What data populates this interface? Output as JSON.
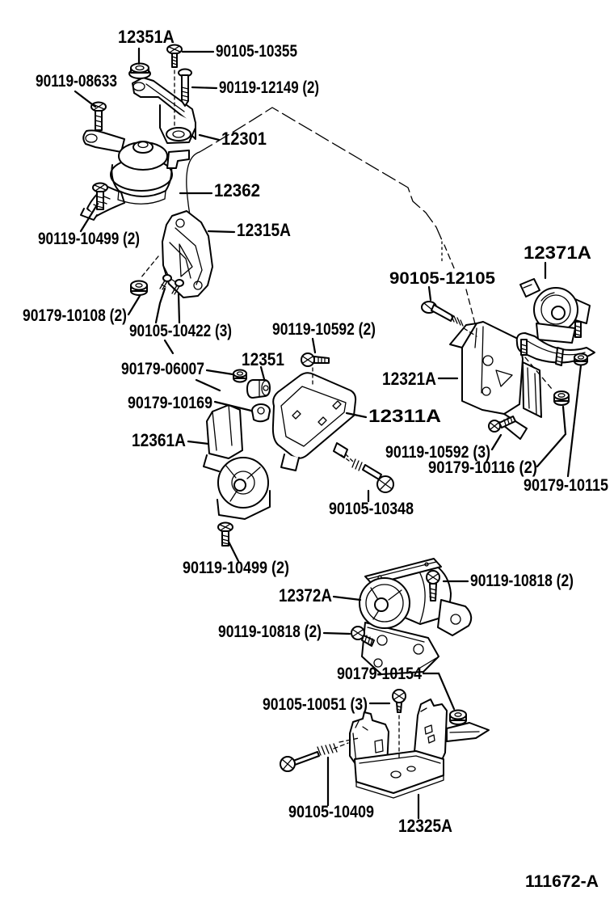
{
  "page": {
    "paper_color": "#ffffff",
    "ink_color": "#000000",
    "footer_code": "111672-A"
  },
  "diagram": {
    "labels": {
      "p12351A": "12351A",
      "p90105_10355": "90105-10355",
      "p90119_08633": "90119-08633",
      "p90119_12149": "90119-12149 (2)",
      "p12301": "12301",
      "p12362": "12362",
      "p12315A": "12315A",
      "p90119_10499_top": "90119-10499 (2)",
      "p90179_10108": "90179-10108 (2)",
      "p90105_10422": "90105-10422 (3)",
      "p90119_10592_2": "90119-10592 (2)",
      "p12351": "12351",
      "p90179_06007": "90179-06007",
      "p90179_10169": "90179-10169",
      "p12361A": "12361A",
      "p12311A": "12311A",
      "p90105_12105": "90105-12105",
      "p12371A": "12371A",
      "p12321A": "12321A",
      "p90119_10592_3": "90119-10592 (3)",
      "p90179_10116": "90179-10116 (2)",
      "p90179_10115": "90179-10115",
      "p90105_10348": "90105-10348",
      "p90119_10499_bottom": "90119-10499 (2)",
      "p12372A": "12372A",
      "p90119_10818_right": "90119-10818 (2)",
      "p90119_10818_left": "90119-10818 (2)",
      "p90179_10154": "90179-10154",
      "p90105_10051": "90105-10051 (3)",
      "p90105_10409": "90105-10409",
      "p12325A": "12325A"
    }
  }
}
